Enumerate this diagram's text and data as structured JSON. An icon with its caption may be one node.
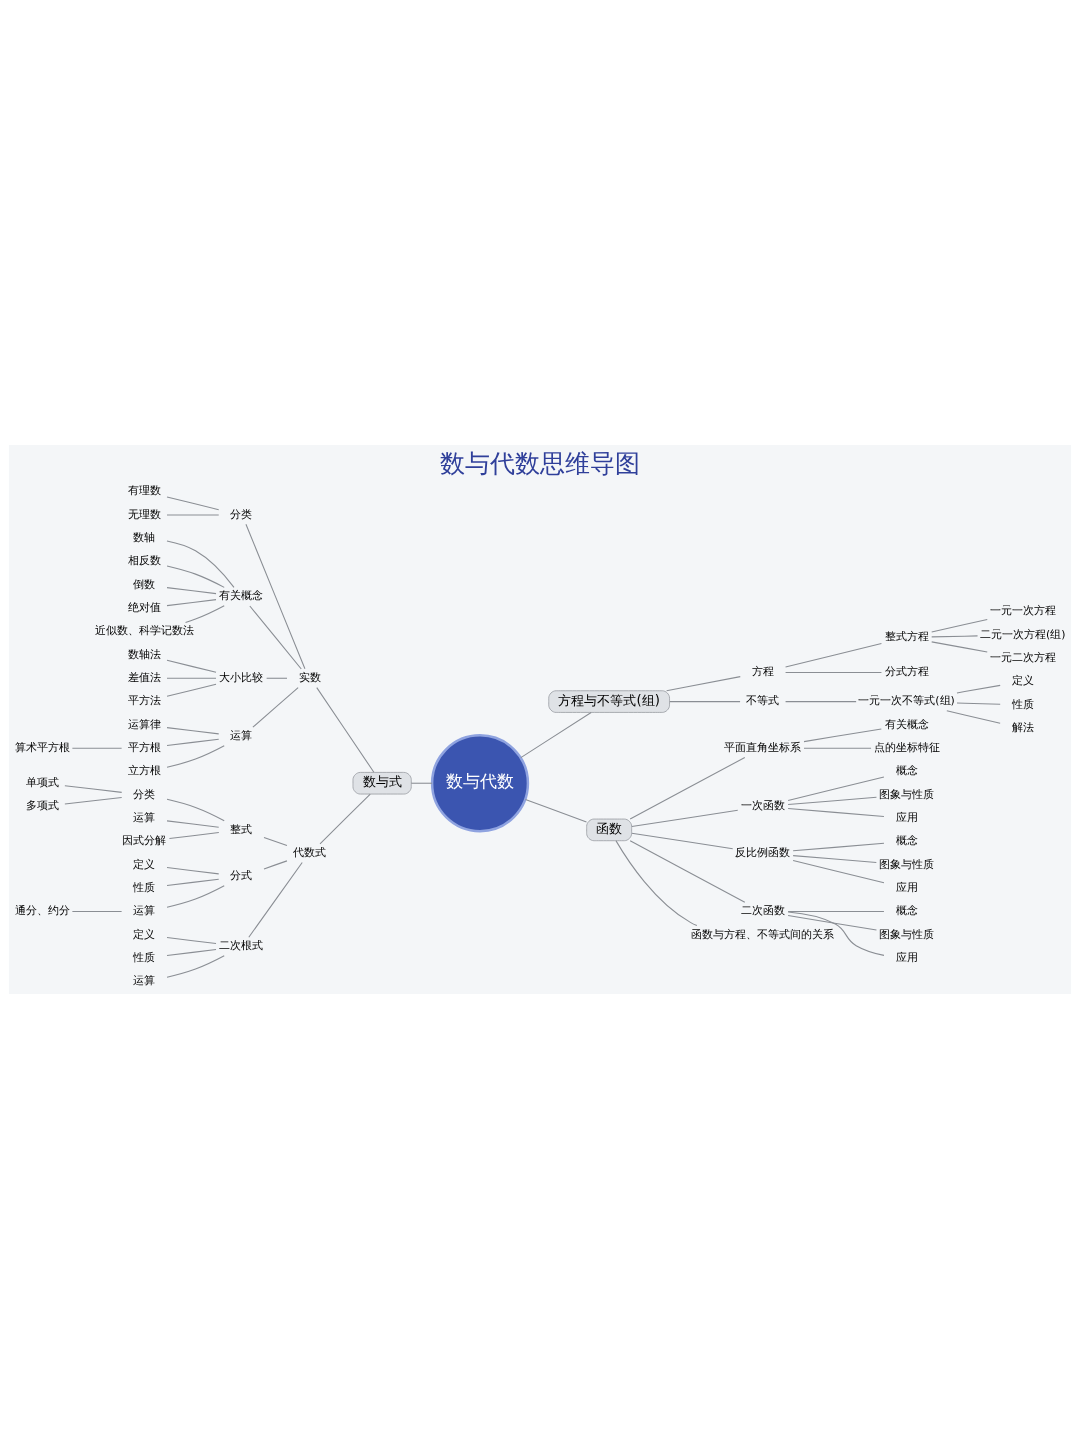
{
  "diagram": {
    "title": "数与代数思维导图",
    "nodes": [
      {
        "text": [
          "数与代数"
        ]
      },
      {
        "text": [
          "方程与不等式(组)"
        ]
      },
      {
        "text": [
          "方程"
        ]
      },
      {
        "text": [
          "整式方程"
        ]
      },
      {
        "text": [
          "一元一次方程"
        ]
      },
      {
        "text": [
          "二元一次方程(组)"
        ]
      },
      {
        "text": [
          "一元二次方程"
        ]
      },
      {
        "text": [
          "分式方程"
        ]
      },
      {
        "text": [
          "不等式"
        ]
      },
      {
        "text": [
          "一元一次不等式(组)"
        ]
      },
      {
        "text": [
          "定义"
        ]
      },
      {
        "text": [
          "性质"
        ]
      },
      {
        "text": [
          "解法"
        ]
      },
      {
        "text": [
          "数与式"
        ]
      },
      {
        "text": [
          "实数"
        ]
      },
      {
        "text": [
          "分类"
        ]
      },
      {
        "text": [
          "有理数"
        ]
      },
      {
        "text": [
          "无理数"
        ]
      },
      {
        "text": [
          "有关概念"
        ]
      },
      {
        "text": [
          "数轴"
        ]
      },
      {
        "text": [
          "相反数"
        ]
      },
      {
        "text": [
          "倒数"
        ]
      },
      {
        "text": [
          "绝对值"
        ]
      },
      {
        "text": [
          "近似数、科学记数法"
        ]
      },
      {
        "text": [
          "大小比较"
        ]
      },
      {
        "text": [
          "数轴法"
        ]
      },
      {
        "text": [
          "差值法"
        ]
      },
      {
        "text": [
          "平方法"
        ]
      },
      {
        "text": [
          "运算"
        ]
      },
      {
        "text": [
          "运算律"
        ]
      },
      {
        "text": [
          "平方根"
        ]
      },
      {
        "text": [
          "算术平方根"
        ]
      },
      {
        "text": [
          "立方根"
        ]
      },
      {
        "text": [
          "代数式"
        ]
      },
      {
        "text": [
          "整式"
        ]
      },
      {
        "text": [
          "分类"
        ]
      },
      {
        "text": [
          "单项式"
        ]
      },
      {
        "text": [
          "多项式"
        ]
      },
      {
        "text": [
          "运算"
        ]
      },
      {
        "text": [
          "因式分解"
        ]
      },
      {
        "text": [
          "分式"
        ]
      },
      {
        "text": [
          "定义"
        ]
      },
      {
        "text": [
          "性质"
        ]
      },
      {
        "text": [
          "运算"
        ]
      },
      {
        "text": [
          "通分、约分"
        ]
      },
      {
        "text": [
          "二次根式"
        ]
      },
      {
        "text": [
          "定义"
        ]
      },
      {
        "text": [
          "性质"
        ]
      },
      {
        "text": [
          "运算"
        ]
      },
      {
        "text": [
          "函数"
        ]
      },
      {
        "text": [
          "平面直角坐标系"
        ]
      },
      {
        "text": [
          "有关概念"
        ]
      },
      {
        "text": [
          "点的坐标特征"
        ]
      },
      {
        "text": [
          "一次函数"
        ]
      },
      {
        "text": [
          "概念"
        ]
      },
      {
        "text": [
          "图象与性质"
        ]
      },
      {
        "text": [
          "应用"
        ]
      },
      {
        "text": [
          "反比例函数"
        ]
      },
      {
        "text": [
          "概念"
        ]
      },
      {
        "text": [
          "图象与性质"
        ]
      },
      {
        "text": [
          "应用"
        ]
      },
      {
        "text": [
          "二次函数"
        ]
      },
      {
        "text": [
          "概念"
        ]
      },
      {
        "text": [
          "图象与性质"
        ]
      },
      {
        "text": [
          "应用"
        ]
      },
      {
        "text": [
          "函数与方程、不等式间的关系"
        ]
      }
    ],
    "edges": [
      {
        "from": 0,
        "to": 1,
        "arrow": "none"
      },
      {
        "from": 1,
        "to": 2,
        "arrow": "none"
      },
      {
        "from": 2,
        "to": 3,
        "arrow": "none"
      },
      {
        "from": 3,
        "to": 4,
        "arrow": "none"
      },
      {
        "from": 3,
        "to": 5,
        "arrow": "none"
      },
      {
        "from": 3,
        "to": 6,
        "arrow": "none"
      },
      {
        "from": 2,
        "to": 7,
        "arrow": "none"
      },
      {
        "from": 1,
        "to": 8,
        "arrow": "none"
      },
      {
        "from": 8,
        "to": 9,
        "arrow": "none"
      },
      {
        "from": 9,
        "to": 10,
        "arrow": "none"
      },
      {
        "from": 9,
        "to": 11,
        "arrow": "none"
      },
      {
        "from": 9,
        "to": 12,
        "arrow": "none"
      },
      {
        "from": 0,
        "to": 13,
        "arrow": "none"
      },
      {
        "from": 13,
        "to": 14,
        "arrow": "none"
      },
      {
        "from": 14,
        "to": 15,
        "arrow": "none"
      },
      {
        "from": 15,
        "to": 16,
        "arrow": "none"
      },
      {
        "from": 15,
        "to": 17,
        "arrow": "none"
      },
      {
        "from": 14,
        "to": 18,
        "arrow": "none"
      },
      {
        "from": 18,
        "to": 19,
        "arrow": "none"
      },
      {
        "from": 18,
        "to": 20,
        "arrow": "none"
      },
      {
        "from": 18,
        "to": 21,
        "arrow": "none"
      },
      {
        "from": 18,
        "to": 22,
        "arrow": "none"
      },
      {
        "from": 18,
        "to": 23,
        "arrow": "none"
      },
      {
        "from": 14,
        "to": 24,
        "arrow": "none"
      },
      {
        "from": 24,
        "to": 25,
        "arrow": "none"
      },
      {
        "from": 24,
        "to": 26,
        "arrow": "none"
      },
      {
        "from": 24,
        "to": 27,
        "arrow": "none"
      },
      {
        "from": 14,
        "to": 28,
        "arrow": "none"
      },
      {
        "from": 28,
        "to": 29,
        "arrow": "none"
      },
      {
        "from": 28,
        "to": 30,
        "arrow": "none"
      },
      {
        "from": 30,
        "to": 31,
        "arrow": "none"
      },
      {
        "from": 28,
        "to": 32,
        "arrow": "none"
      },
      {
        "from": 13,
        "to": 33,
        "arrow": "none"
      },
      {
        "from": 33,
        "to": 34,
        "arrow": "none"
      },
      {
        "from": 34,
        "to": 35,
        "arrow": "none"
      },
      {
        "from": 35,
        "to": 36,
        "arrow": "none"
      },
      {
        "from": 35,
        "to": 37,
        "arrow": "none"
      },
      {
        "from": 34,
        "to": 38,
        "arrow": "none"
      },
      {
        "from": 34,
        "to": 39,
        "arrow": "none"
      },
      {
        "from": 33,
        "to": 40,
        "arrow": "none"
      },
      {
        "from": 40,
        "to": 41,
        "arrow": "none"
      },
      {
        "from": 40,
        "to": 42,
        "arrow": "none"
      },
      {
        "from": 40,
        "to": 43,
        "arrow": "none"
      },
      {
        "from": 43,
        "to": 44,
        "arrow": "none"
      },
      {
        "from": 33,
        "to": 45,
        "arrow": "none"
      },
      {
        "from": 45,
        "to": 46,
        "arrow": "none"
      },
      {
        "from": 45,
        "to": 47,
        "arrow": "none"
      },
      {
        "from": 45,
        "to": 48,
        "arrow": "none"
      },
      {
        "from": 0,
        "to": 49,
        "arrow": "none"
      },
      {
        "from": 49,
        "to": 50,
        "arrow": "none"
      },
      {
        "from": 50,
        "to": 51,
        "arrow": "none"
      },
      {
        "from": 50,
        "to": 52,
        "arrow": "none"
      },
      {
        "from": 49,
        "to": 53,
        "arrow": "none"
      },
      {
        "from": 53,
        "to": 54,
        "arrow": "none"
      },
      {
        "from": 53,
        "to": 55,
        "arrow": "none"
      },
      {
        "from": 53,
        "to": 56,
        "arrow": "none"
      },
      {
        "from": 49,
        "to": 57,
        "arrow": "none"
      },
      {
        "from": 57,
        "to": 58,
        "arrow": "none"
      },
      {
        "from": 57,
        "to": 59,
        "arrow": "none"
      },
      {
        "from": 57,
        "to": 60,
        "arrow": "none"
      },
      {
        "from": 49,
        "to": 61,
        "arrow": "none"
      },
      {
        "from": 61,
        "to": 62,
        "arrow": "none"
      },
      {
        "from": 61,
        "to": 63,
        "arrow": "none"
      },
      {
        "from": 61,
        "to": 64,
        "arrow": "none"
      },
      {
        "from": 49,
        "to": 65,
        "arrow": "none"
      }
    ]
  }
}
